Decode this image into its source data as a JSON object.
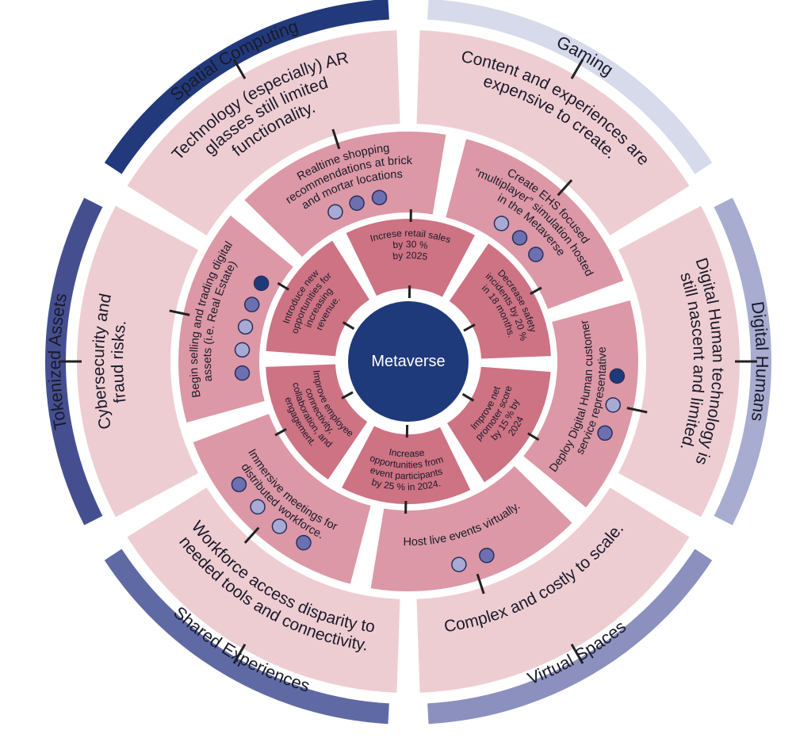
{
  "center": {
    "label": "Metaverse",
    "color": "#1f3a7a"
  },
  "colors": {
    "challenge_ring": "#eecdd2",
    "use_case_ring": "#dc98a6",
    "goal_ring": "#cd7384",
    "text": "#1a1a2a",
    "divider": "#ffffff",
    "tick": "#222222"
  },
  "dot_colors": {
    "light": "#a8aad6",
    "medium": "#6d70b0",
    "dark": "#1f3a7a"
  },
  "sectors": [
    {
      "key": "spatial",
      "outer_label": "Spatial Computing",
      "outer_color": "#223a7c",
      "challenge": [
        "Technology (especially) AR",
        "glasses still limited",
        "functionality."
      ],
      "use_case": [
        "Realtime shopping",
        "recommendations at brick",
        "and mortar locations"
      ],
      "goal": [
        "Increse retail sales",
        "by 30 %",
        "by 2025"
      ],
      "dots": [
        "light",
        "medium",
        "medium"
      ]
    },
    {
      "key": "gaming",
      "outer_label": "Gaming",
      "outer_color": "#d7daea",
      "challenge": [
        "Content and experiences are",
        "expensive to create."
      ],
      "use_case": [
        "Create EHS focused",
        "“multiplayer” simulation hosted",
        "in the Metaverse"
      ],
      "goal": [
        "Decrease safety",
        "incidents by 20 %",
        "in 18 months."
      ],
      "dots": [
        "light",
        "medium",
        "medium"
      ]
    },
    {
      "key": "digital",
      "outer_label": "Digital Humans",
      "outer_color": "#a7acd0",
      "challenge": [
        "Digital Human technology is",
        "still nascent and limited."
      ],
      "use_case": [
        "Deploy Digital Human customer",
        "service representative"
      ],
      "goal": [
        "Improve net",
        "promoter score",
        "by 15 % by",
        "2024"
      ],
      "dots": [
        "dark",
        "light",
        "medium"
      ]
    },
    {
      "key": "virtual",
      "outer_label": "Virtual Spaces",
      "outer_color": "#8b90bf",
      "challenge": [
        "Complex and costly to scale."
      ],
      "use_case": [
        "Host live events virtually."
      ],
      "goal": [
        "Increase",
        "opportunities from",
        "event participants",
        "by 25 % in 2024."
      ],
      "dots": [
        "medium",
        "light"
      ]
    },
    {
      "key": "shared",
      "outer_label": "Shared Experiences",
      "outer_color": "#5f6aa5",
      "challenge": [
        "Workforce access disparity to",
        "needed tools and connectivity."
      ],
      "use_case": [
        "Immersive meetings for",
        "distributed workforce."
      ],
      "goal": [
        "Improve employee",
        "connectivity,",
        "collaboration, and",
        "engagement."
      ],
      "dots": [
        "medium",
        "light",
        "light",
        "medium"
      ]
    },
    {
      "key": "tokenized",
      "outer_label": "Tokenized Assets",
      "outer_color": "#454f90",
      "challenge": [
        "Cybersecurity and",
        "fraud risks."
      ],
      "use_case": [
        "Begin selling and trading digital",
        "assets (i.e. Real Estate)"
      ],
      "goal": [
        "Introduce new",
        "opportunities for",
        "increasing",
        "revenue."
      ],
      "dots": [
        "medium",
        "light",
        "light",
        "medium",
        "dark"
      ]
    }
  ]
}
